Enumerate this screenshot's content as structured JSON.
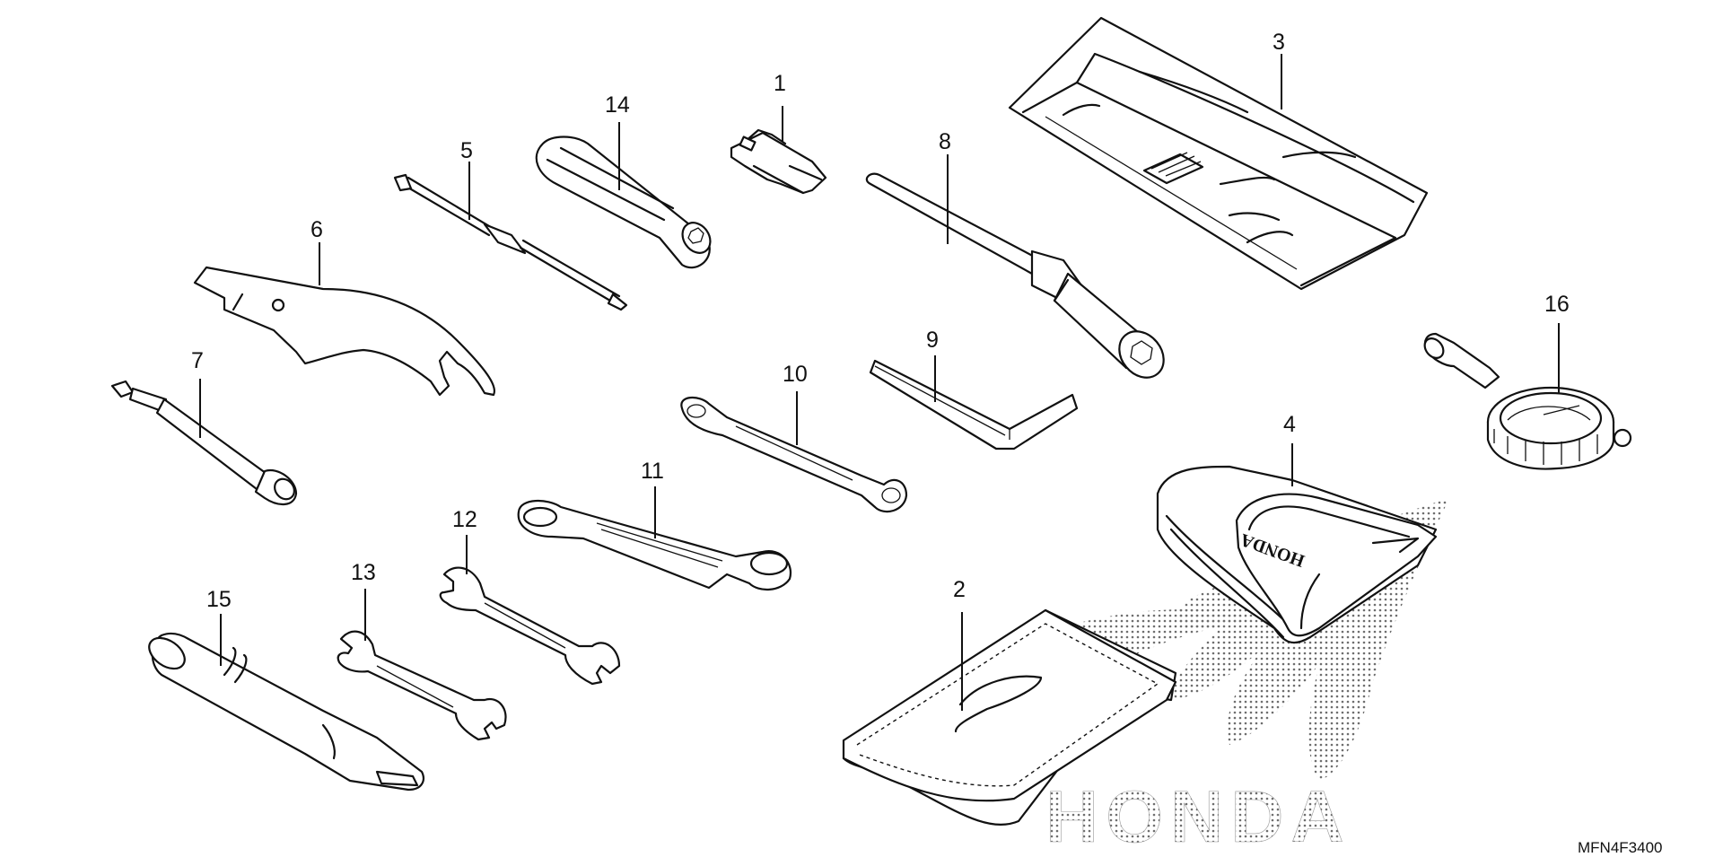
{
  "diagram": {
    "part_code": "MFN4F3400",
    "watermark_brand": "HONDA",
    "pouch_brand": "HONDA",
    "callouts": [
      {
        "id": "1",
        "label": "1"
      },
      {
        "id": "2",
        "label": "2"
      },
      {
        "id": "3",
        "label": "3"
      },
      {
        "id": "4",
        "label": "4"
      },
      {
        "id": "5",
        "label": "5"
      },
      {
        "id": "6",
        "label": "6"
      },
      {
        "id": "7",
        "label": "7"
      },
      {
        "id": "8",
        "label": "8"
      },
      {
        "id": "9",
        "label": "9"
      },
      {
        "id": "10",
        "label": "10"
      },
      {
        "id": "11",
        "label": "11"
      },
      {
        "id": "12",
        "label": "12"
      },
      {
        "id": "13",
        "label": "13"
      },
      {
        "id": "14",
        "label": "14"
      },
      {
        "id": "15",
        "label": "15"
      },
      {
        "id": "16",
        "label": "16"
      }
    ]
  }
}
